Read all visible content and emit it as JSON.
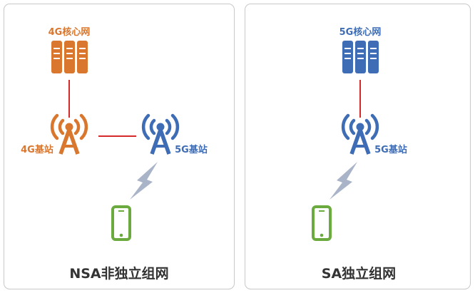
{
  "nsa": {
    "core_label": "4G核心网",
    "bs4g_label": "4G基站",
    "bs5g_label": "5G基站",
    "title": "NSA非独立组网"
  },
  "sa": {
    "core_label": "5G核心网",
    "bs5g_label": "5G基站",
    "title": "SA独立组网"
  },
  "colors": {
    "orange": "#d9772f",
    "blue": "#3e6db5",
    "green": "#6aaa3e",
    "link": "#d42a2a",
    "wireless": "#aab4c8"
  }
}
